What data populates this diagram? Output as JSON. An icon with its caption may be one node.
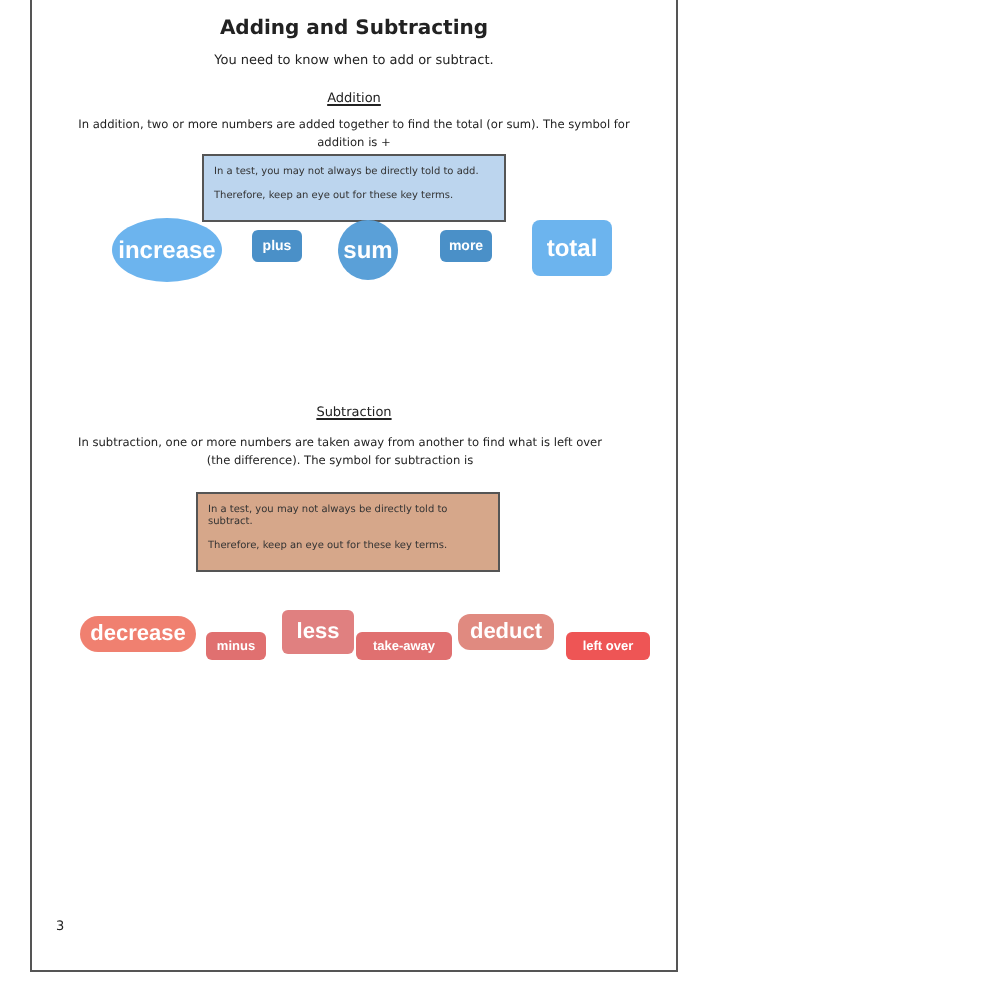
{
  "diagram": {
    "title": "Adding and Subtracting",
    "nodes": [
      {
        "text": [
          "In a test, you may not always be directly told to add.",
          "Therefore, keep an eye out for these key terms."
        ]
      },
      {
        "text": [
          "increase"
        ]
      },
      {
        "text": [
          "plus"
        ]
      },
      {
        "text": [
          "sum"
        ]
      },
      {
        "text": [
          "more"
        ]
      },
      {
        "text": [
          "total"
        ]
      },
      {
        "text": [
          "In a test, you may not always be directly told to subtract.",
          "Therefore, keep an eye out for these key terms."
        ]
      },
      {
        "text": [
          "decrease"
        ]
      },
      {
        "text": [
          "minus"
        ]
      },
      {
        "text": [
          "less"
        ]
      },
      {
        "text": [
          "take-away"
        ]
      },
      {
        "text": [
          "deduct"
        ]
      },
      {
        "text": [
          "left over"
        ]
      }
    ],
    "labels": [
      "You need to know when to add or subtract.",
      "Addition",
      "In addition, two or more numbers are added together to find the total (or sum). The symbol for addition is +",
      "Subtraction",
      "In subtraction, one or more numbers are taken away from another to find what is left over (the difference). The symbol for subtraction is",
      "3"
    ]
  }
}
